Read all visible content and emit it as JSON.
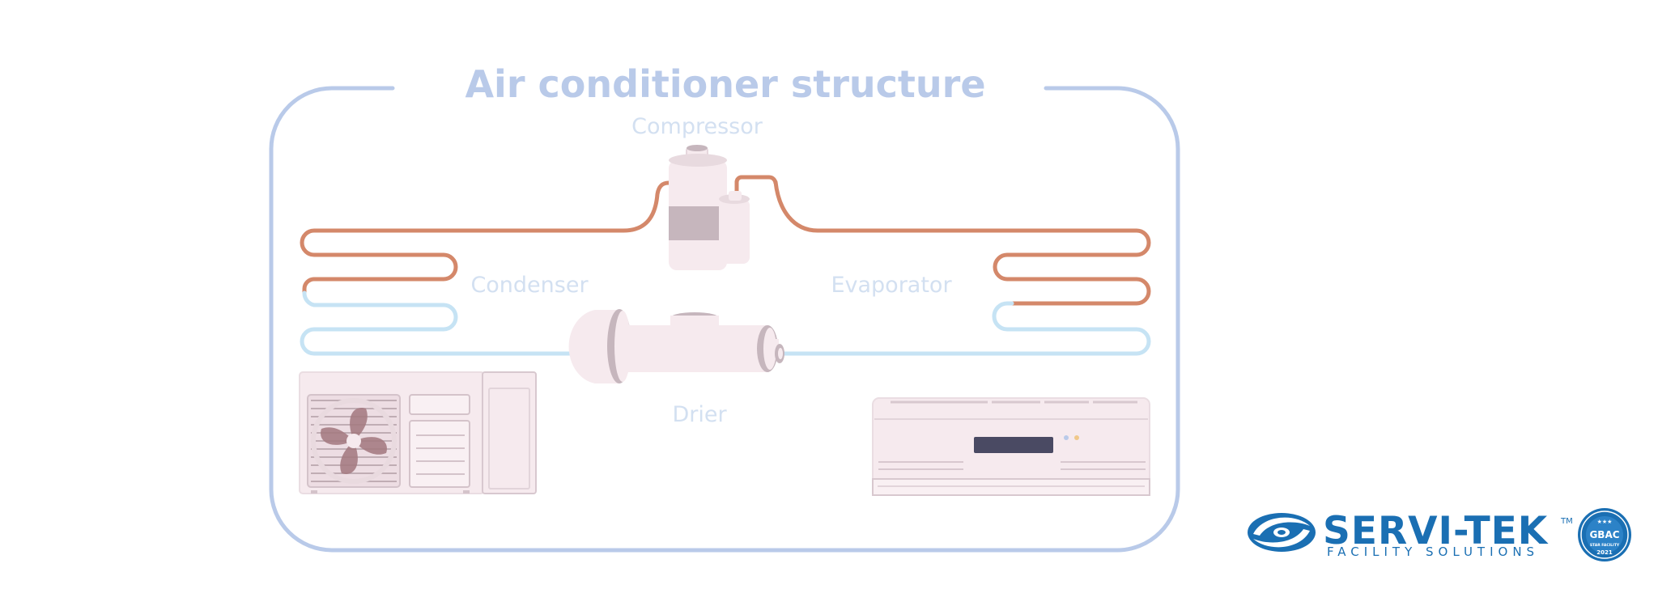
{
  "diagram": {
    "title": "Air conditioner structure",
    "components": {
      "compressor": "Compressor",
      "condenser": "Condenser",
      "evaporator": "Evaporator",
      "drier": "Drier"
    },
    "colors": {
      "frame": "#b9cae9",
      "hot_pipe": "#d4886a",
      "cold_pipe": "#c6e3f4",
      "unit_fill": "#f6eaee",
      "unit_dark": "#c6b6bd"
    }
  },
  "logo": {
    "brand": "SERVI-TEK",
    "trademark": "TM",
    "tagline": "FACILITY SOLUTIONS",
    "badge_name": "GBAC",
    "badge_text": "STAR FACILITY",
    "badge_year": "2021"
  }
}
